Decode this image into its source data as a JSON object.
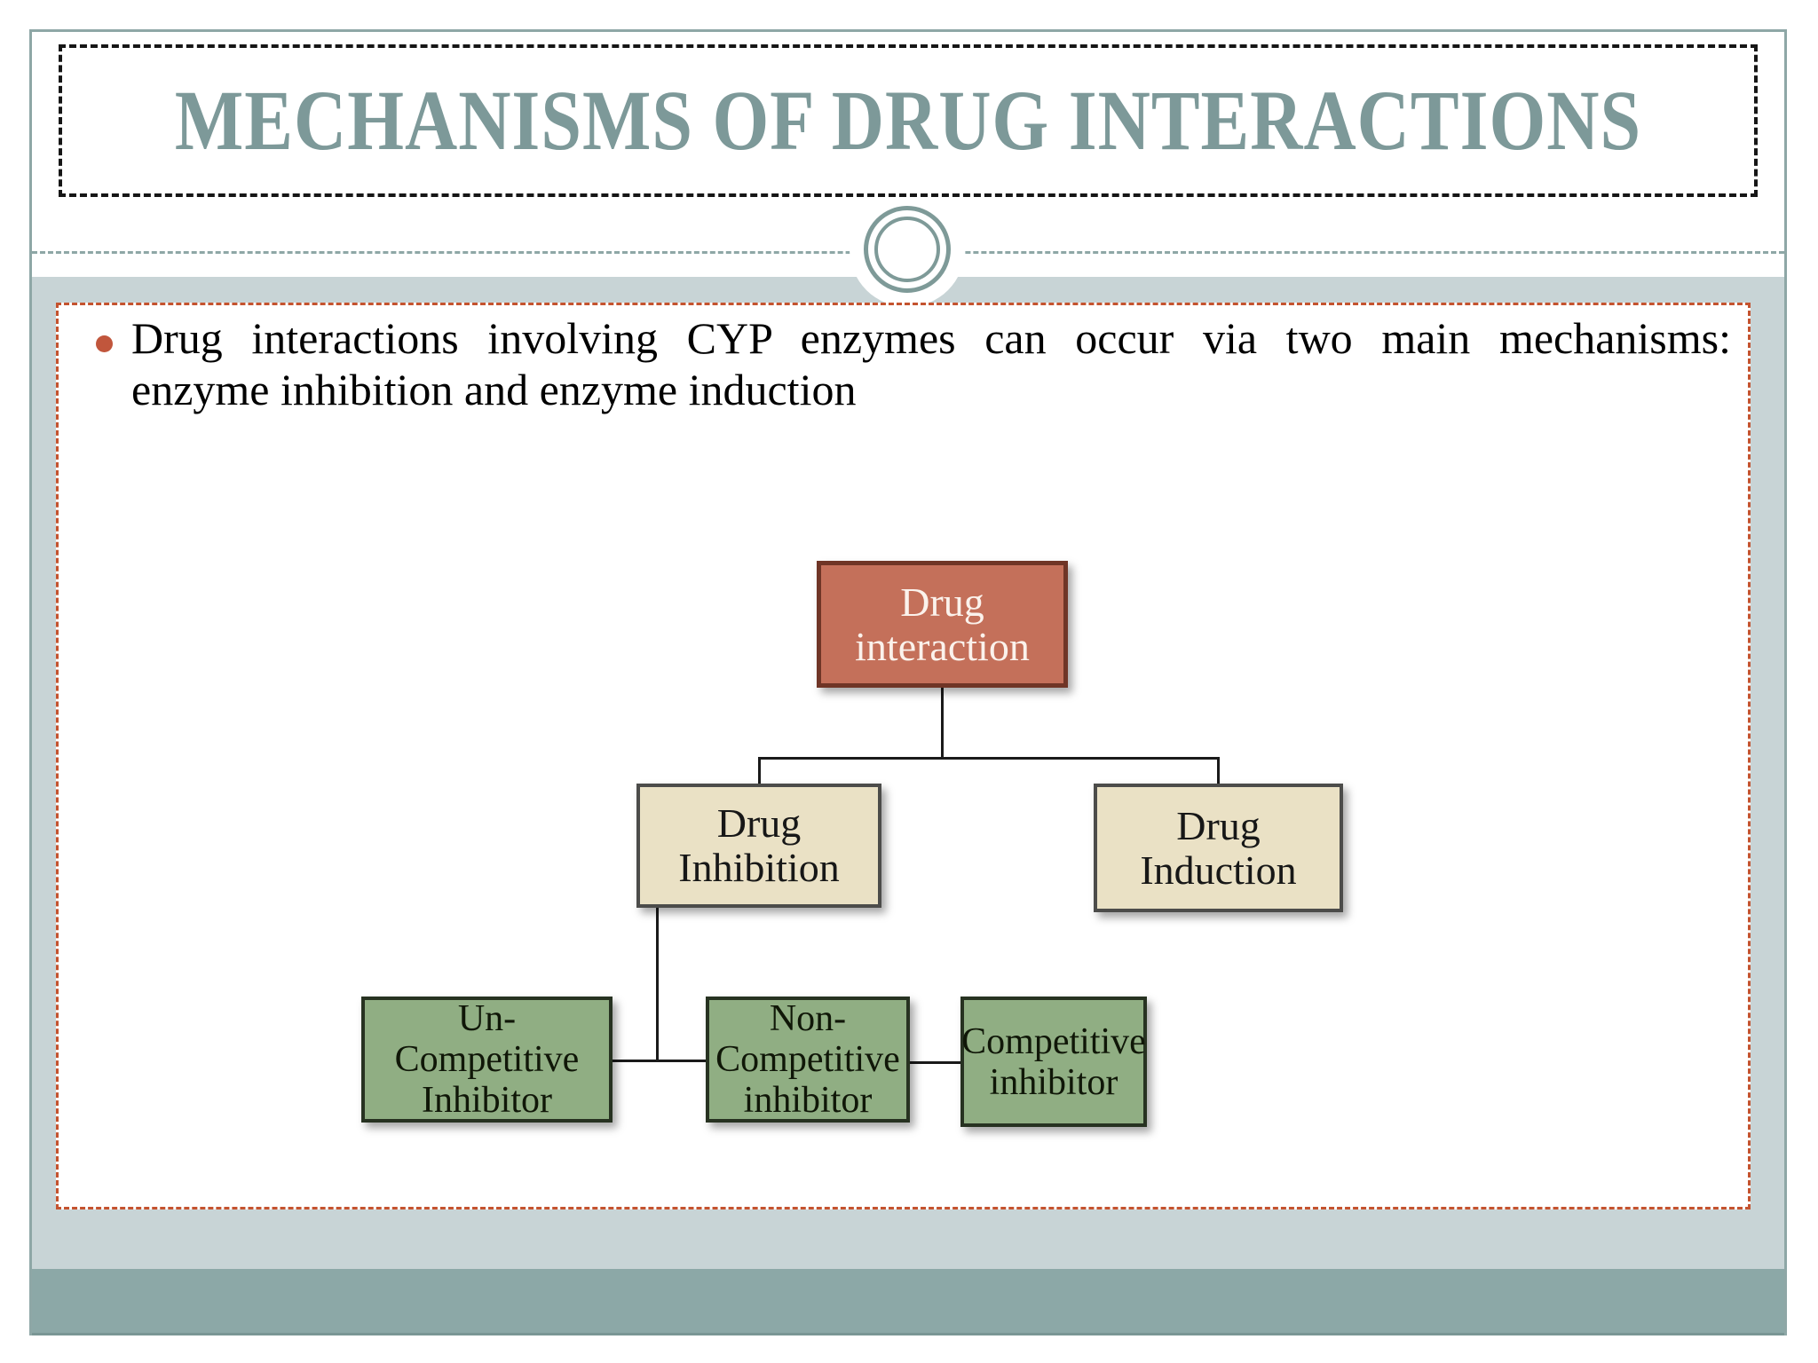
{
  "slide": {
    "title": "MECHANISMS OF DRUG INTERACTIONS",
    "bullet": {
      "lines": [
        "Drug interactions involving CYP enzymes can occur via two main mechanisms:",
        "enzyme inhibition and enzyme induction"
      ],
      "full_text": "Drug interactions involving CYP enzymes can occur via two main mechanisms: enzyme inhibition and enzyme induction"
    },
    "diagram": {
      "type": "flowchart",
      "nodes": [
        {
          "id": "drug-interaction",
          "label": "Drug\ninteraction",
          "level": 1,
          "fill": "#c4705a",
          "border": "#6f3526",
          "text_color": "#fbf2ec"
        },
        {
          "id": "drug-inhibition",
          "label": "Drug\nInhibition",
          "level": 2,
          "fill": "#eae1c5",
          "border": "#4c4c4a",
          "text_color": "#171717"
        },
        {
          "id": "drug-induction",
          "label": "Drug\nInduction",
          "level": 2,
          "fill": "#eae1c5",
          "border": "#4c4c4a",
          "text_color": "#171717"
        },
        {
          "id": "un-competitive-inhibitor",
          "label": "Un-\nCompetitive\nInhibitor",
          "level": 3,
          "fill": "#90ae83",
          "border": "#273221",
          "text_color": "#101708"
        },
        {
          "id": "non-competitive-inhibitor",
          "label": "Non-\nCompetitive\ninhibitor",
          "level": 3,
          "fill": "#90ae83",
          "border": "#273221",
          "text_color": "#101708"
        },
        {
          "id": "competitive-inhibitor",
          "label": "Competitive\ninhibitor",
          "level": 3,
          "fill": "#90ae83",
          "border": "#273221",
          "text_color": "#101708"
        }
      ],
      "edges": [
        {
          "from": "drug-interaction",
          "to": "drug-inhibition"
        },
        {
          "from": "drug-interaction",
          "to": "drug-induction"
        },
        {
          "from": "drug-inhibition",
          "to": "un-competitive-inhibitor"
        },
        {
          "from": "drug-inhibition",
          "to": "non-competitive-inhibitor"
        },
        {
          "from": "non-competitive-inhibitor",
          "to": "competitive-inhibitor"
        }
      ]
    },
    "colors": {
      "frame_border": "#8ea7a6",
      "title_text": "#7d9999",
      "title_border": "#161616",
      "divider_dashed": "#8ea7a6",
      "band_light": "#c8d4d6",
      "band_dark": "#8ca8a7",
      "content_border": "#c4532f",
      "bullet_dot": "#c1563c",
      "body_text": "#000000",
      "connector": "#1a1a1a"
    }
  }
}
